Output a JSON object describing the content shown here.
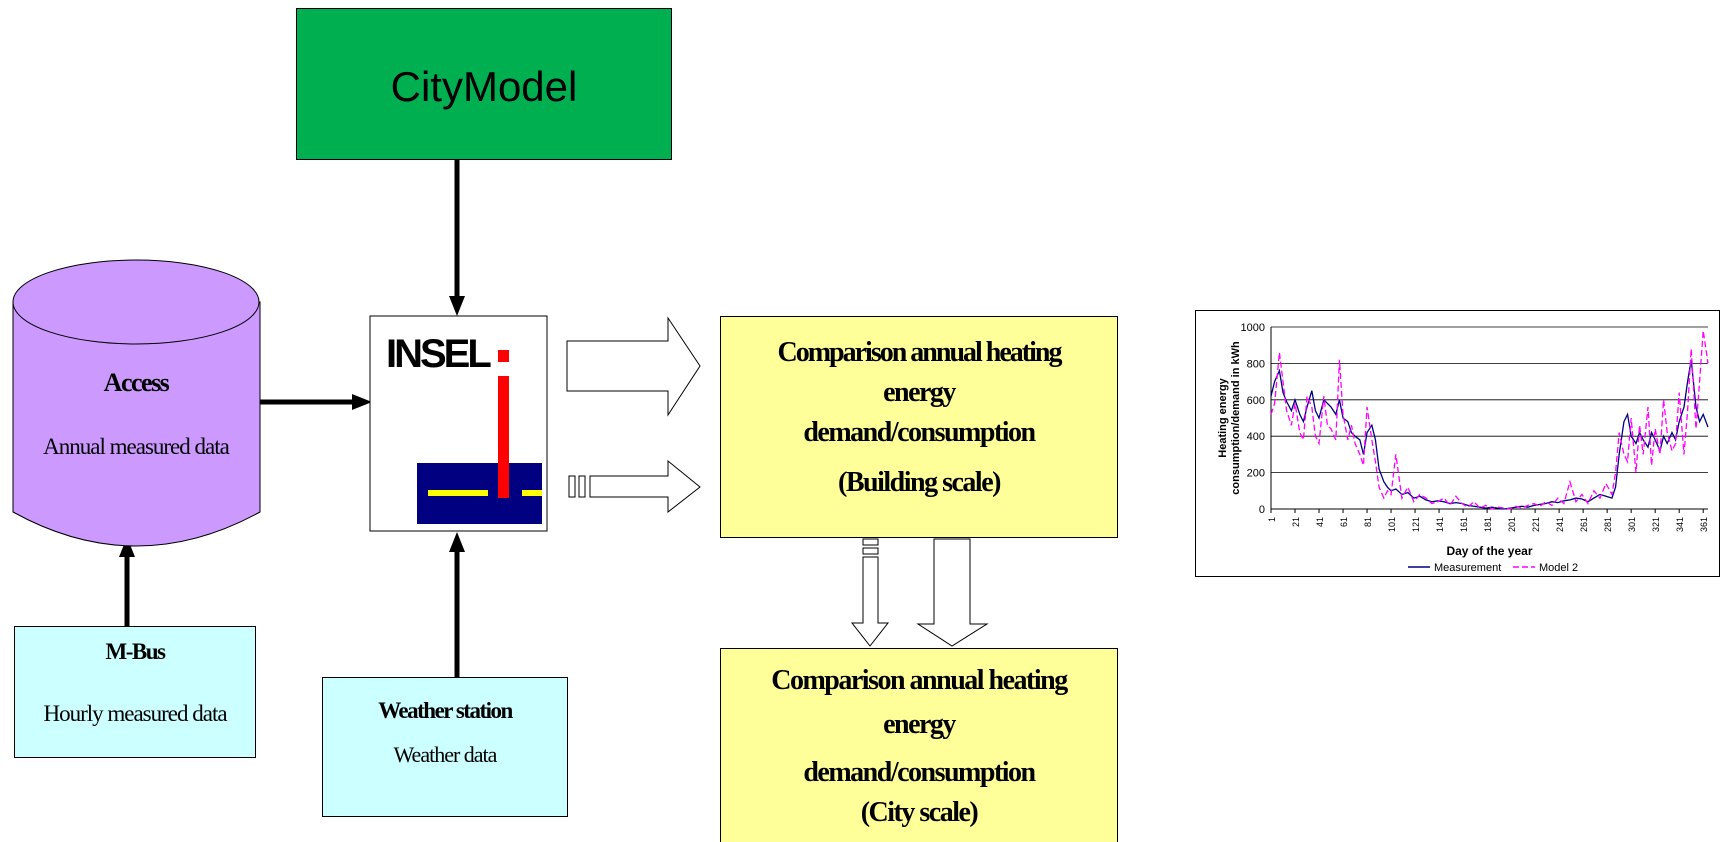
{
  "citymodel": {
    "label": "CityModel",
    "color": "#00b050"
  },
  "access": {
    "title": "Access",
    "subtitle": "Annual measured data",
    "color": "#cc99ff"
  },
  "insel": {
    "label": "INSEL",
    "accent_red": "#ff0000",
    "accent_navy": "#000080",
    "accent_yellow": "#ffff00"
  },
  "mbus": {
    "title": "M-Bus",
    "subtitle": "Hourly measured data",
    "color": "#ccffff"
  },
  "weather": {
    "title": "Weather station",
    "subtitle": "Weather data",
    "color": "#ccffff"
  },
  "building_box": {
    "lines": [
      "Comparison annual heating",
      "energy",
      "demand/consumption",
      "(Building scale)"
    ],
    "color": "#ffff99"
  },
  "city_box": {
    "lines": [
      "Comparison annual heating",
      "energy",
      "demand/consumption",
      "(City scale)"
    ],
    "color": "#ffff99"
  },
  "chart_data": {
    "type": "line",
    "title": "",
    "xlabel": "Day of the year",
    "ylabel": "Heating energy consumption/demand in kWh",
    "ylim": [
      0,
      1000
    ],
    "y_ticks": [
      0,
      200,
      400,
      600,
      800,
      1000
    ],
    "x_ticks": [
      1,
      21,
      41,
      61,
      81,
      101,
      121,
      141,
      161,
      181,
      201,
      221,
      241,
      261,
      281,
      301,
      321,
      341,
      361
    ],
    "xlim": [
      1,
      365
    ],
    "grid": "horizontal",
    "legend": "bottom",
    "series": [
      {
        "name": "Measurement",
        "color": "#000080",
        "style": "solid",
        "x": [
          1,
          4,
          8,
          11,
          14,
          18,
          21,
          25,
          28,
          31,
          35,
          38,
          41,
          45,
          48,
          51,
          55,
          58,
          61,
          65,
          68,
          71,
          75,
          78,
          81,
          85,
          88,
          91,
          95,
          98,
          101,
          105,
          110,
          115,
          120,
          125,
          130,
          135,
          140,
          145,
          150,
          155,
          160,
          165,
          170,
          175,
          180,
          185,
          190,
          195,
          200,
          205,
          210,
          215,
          220,
          225,
          230,
          235,
          240,
          245,
          250,
          255,
          260,
          265,
          270,
          275,
          280,
          285,
          288,
          291,
          295,
          298,
          301,
          305,
          308,
          311,
          315,
          318,
          321,
          325,
          328,
          331,
          335,
          338,
          341,
          345,
          348,
          351,
          355,
          358,
          361,
          365
        ],
        "y": [
          620,
          700,
          760,
          640,
          590,
          540,
          600,
          520,
          480,
          560,
          650,
          540,
          500,
          600,
          580,
          560,
          520,
          600,
          500,
          480,
          420,
          400,
          380,
          300,
          420,
          460,
          380,
          220,
          150,
          120,
          100,
          110,
          80,
          90,
          60,
          70,
          50,
          40,
          45,
          40,
          30,
          35,
          30,
          20,
          15,
          10,
          5,
          10,
          5,
          0,
          5,
          10,
          15,
          10,
          20,
          25,
          30,
          40,
          35,
          45,
          50,
          60,
          55,
          40,
          60,
          80,
          70,
          60,
          120,
          300,
          480,
          520,
          400,
          360,
          420,
          380,
          340,
          420,
          380,
          320,
          400,
          360,
          420,
          380,
          480,
          560,
          700,
          820,
          560,
          480,
          520,
          450
        ]
      },
      {
        "name": "Model 2",
        "color": "#ff00ff",
        "style": "dashed",
        "x": [
          1,
          4,
          8,
          11,
          14,
          18,
          21,
          25,
          28,
          31,
          35,
          38,
          41,
          45,
          48,
          51,
          55,
          58,
          61,
          65,
          68,
          71,
          75,
          78,
          81,
          85,
          88,
          91,
          95,
          98,
          101,
          105,
          110,
          115,
          120,
          125,
          130,
          135,
          140,
          145,
          150,
          155,
          160,
          165,
          170,
          175,
          180,
          185,
          190,
          195,
          200,
          205,
          210,
          215,
          220,
          225,
          230,
          235,
          240,
          245,
          250,
          255,
          260,
          265,
          270,
          275,
          280,
          285,
          288,
          291,
          295,
          298,
          301,
          305,
          308,
          311,
          315,
          318,
          321,
          325,
          328,
          331,
          335,
          338,
          341,
          345,
          348,
          351,
          355,
          358,
          361,
          365
        ],
        "y": [
          520,
          580,
          860,
          700,
          540,
          460,
          580,
          420,
          380,
          620,
          560,
          400,
          360,
          620,
          460,
          440,
          380,
          820,
          520,
          380,
          460,
          360,
          300,
          240,
          560,
          380,
          260,
          120,
          60,
          100,
          80,
          300,
          60,
          120,
          40,
          80,
          60,
          30,
          40,
          60,
          20,
          70,
          30,
          10,
          40,
          5,
          20,
          0,
          10,
          5,
          0,
          15,
          5,
          20,
          30,
          15,
          40,
          20,
          60,
          30,
          150,
          40,
          80,
          30,
          100,
          60,
          140,
          80,
          200,
          420,
          300,
          260,
          500,
          200,
          460,
          300,
          560,
          240,
          440,
          300,
          600,
          420,
          320,
          360,
          640,
          300,
          540,
          880,
          440,
          700,
          980,
          800
        ]
      }
    ]
  }
}
